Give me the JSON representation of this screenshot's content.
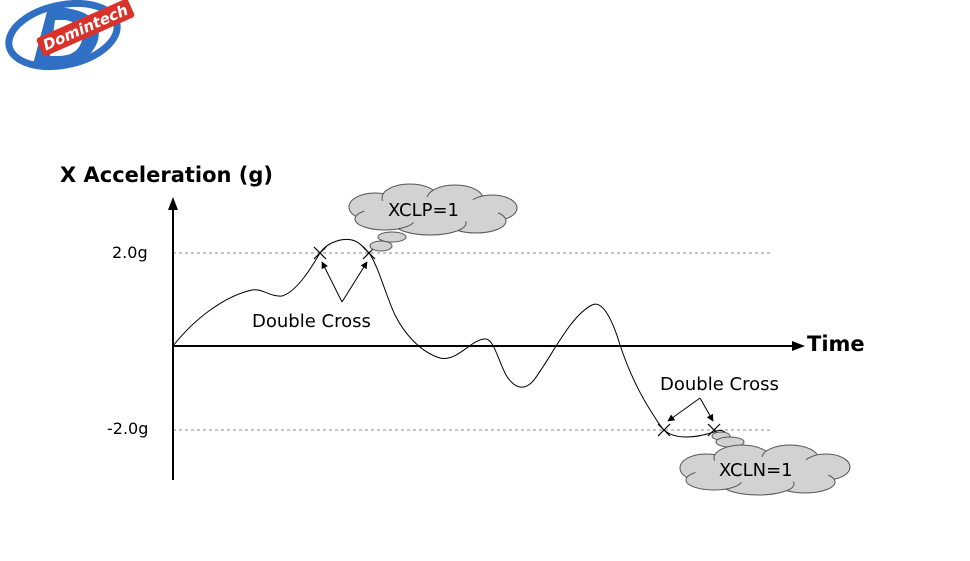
{
  "logo": {
    "text": "Domintech"
  },
  "axes": {
    "y_label": "X Acceleration (g)",
    "x_label": "Time"
  },
  "thresholds": {
    "upper": "2.0g",
    "lower": "-2.0g"
  },
  "annotations": {
    "upper_cross": "Double Cross",
    "lower_cross": "Double Cross",
    "upper_cloud": "XCLP=1",
    "lower_cloud": "XCLN=1"
  },
  "colors": {
    "logo_blue": "#2f6fc4",
    "logo_red": "#d8322a",
    "cloud_fill": "#d2d2d2",
    "dotted_line": "#8a8a8a"
  }
}
